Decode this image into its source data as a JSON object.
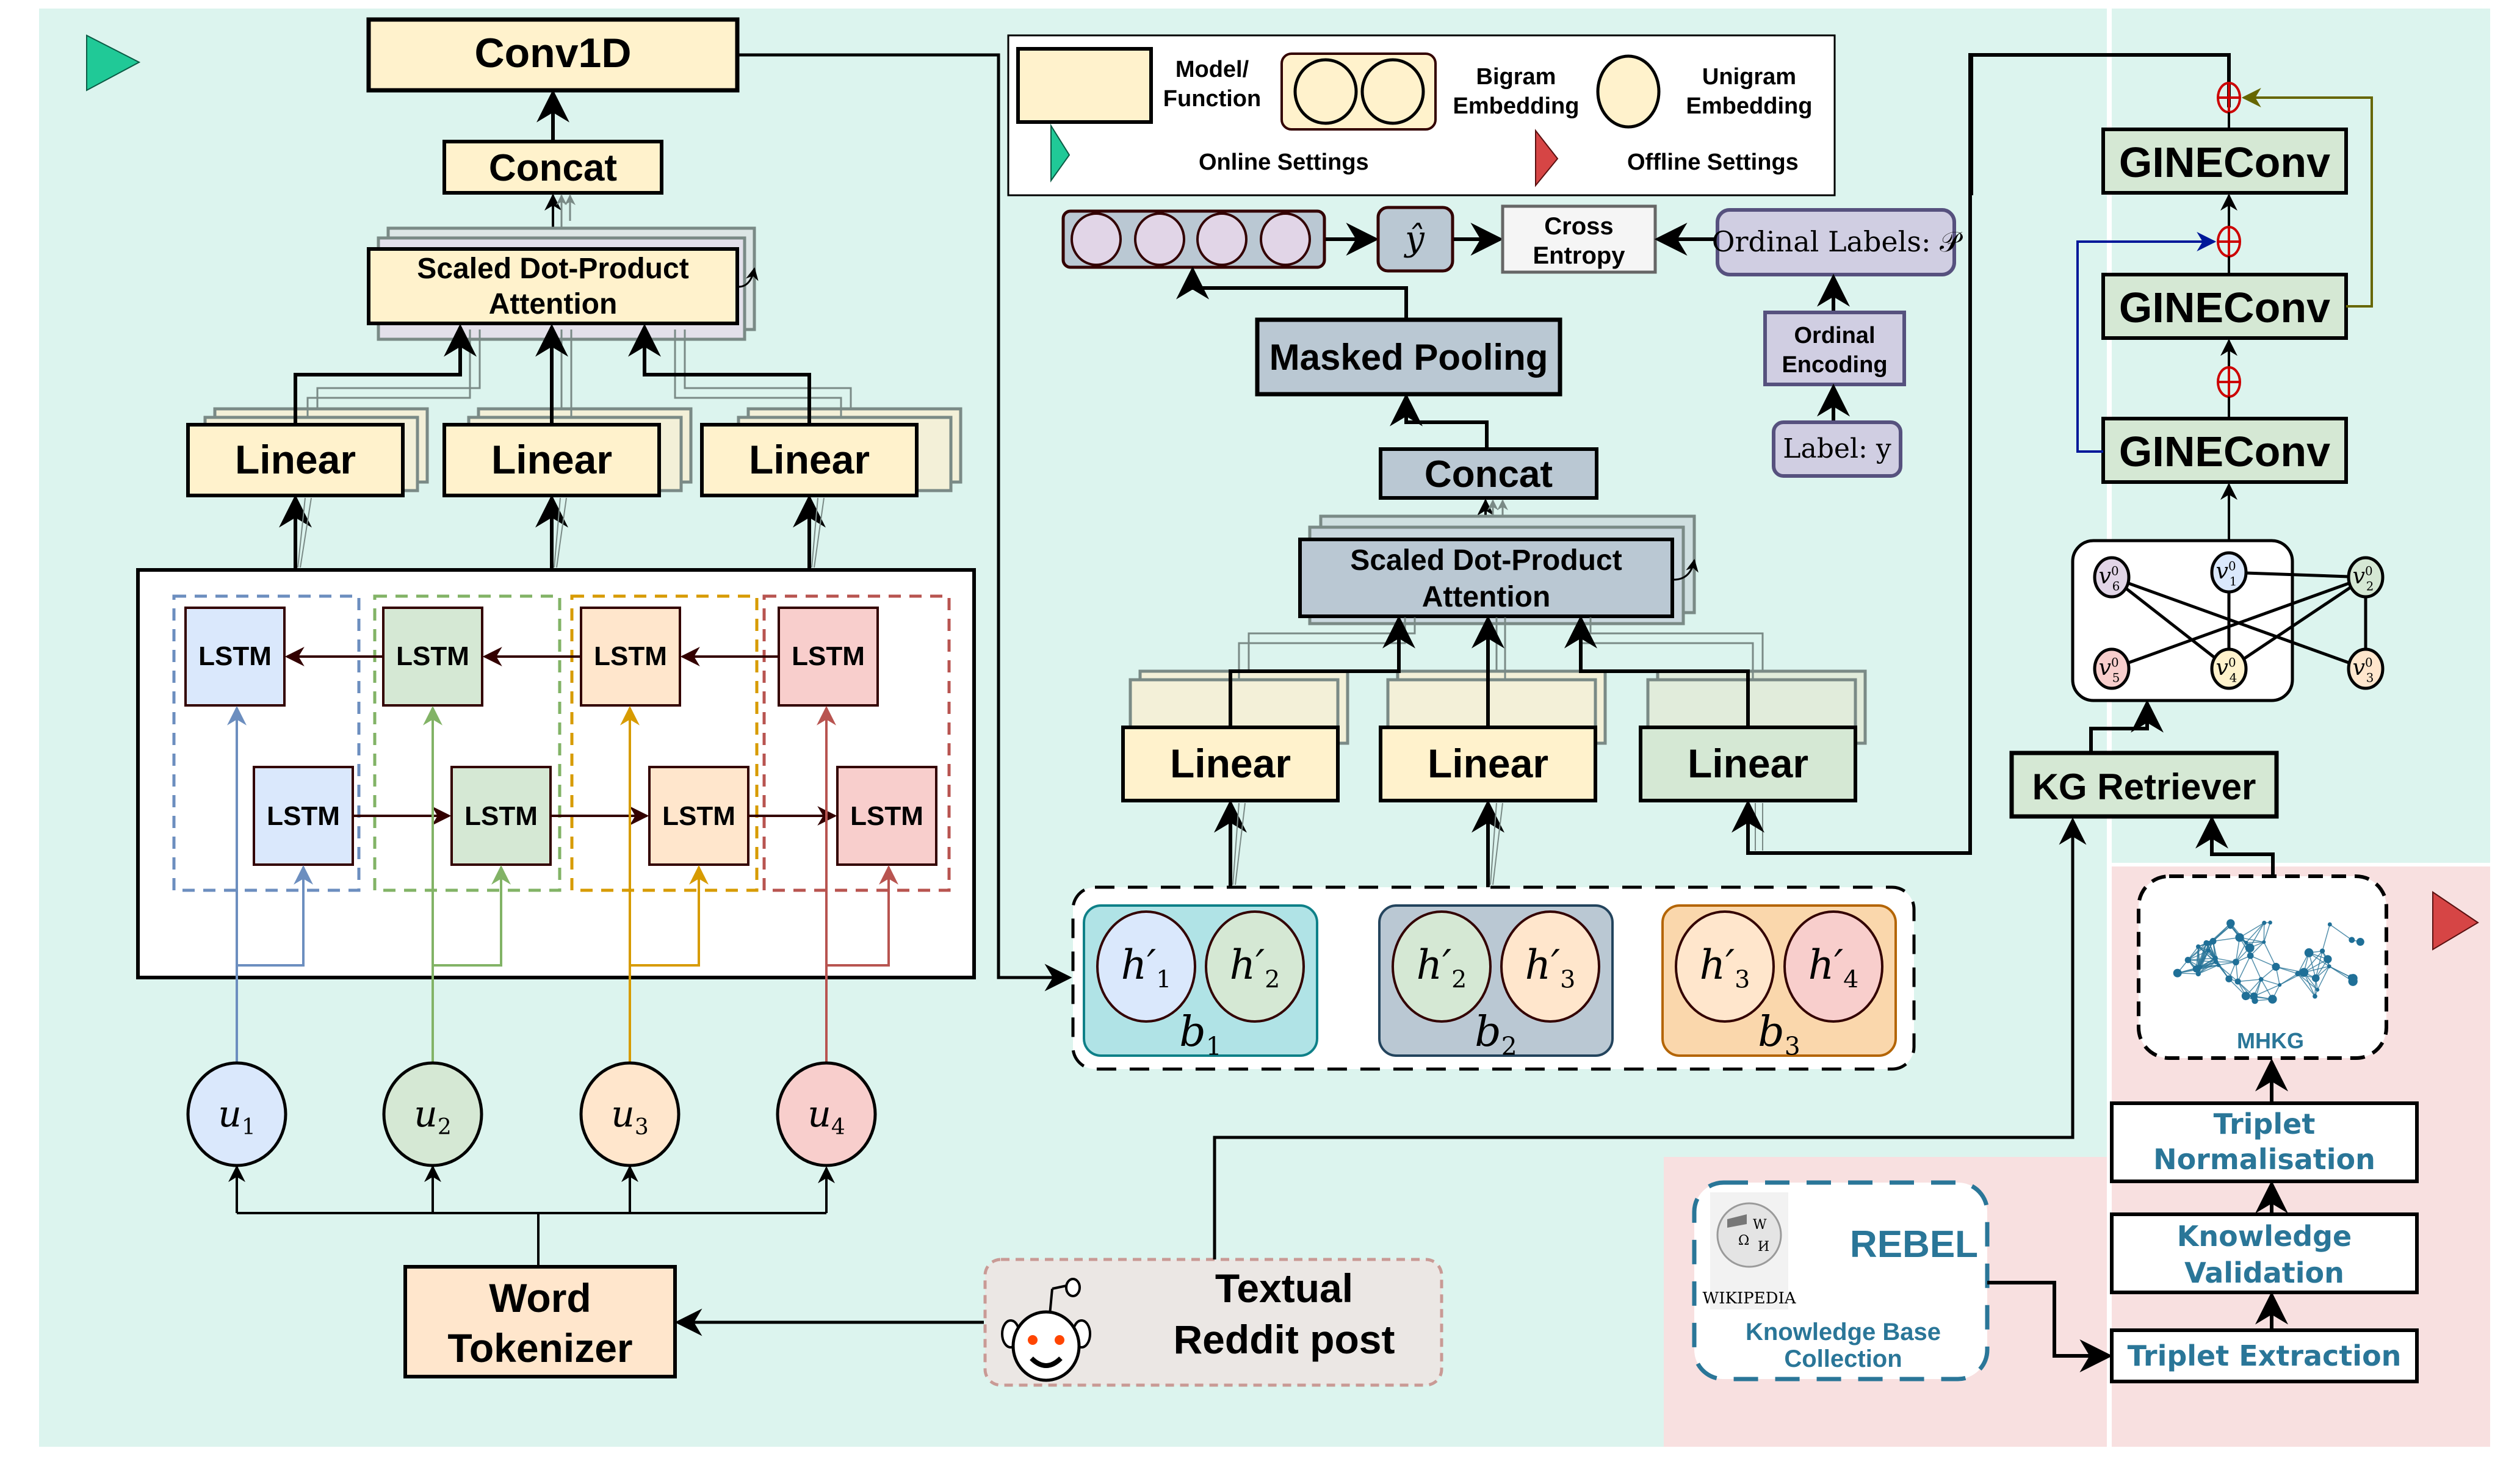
{
  "legend": {
    "model_function": "Model/\nFunction",
    "bigram": "Bigram\nEmbedding",
    "unigram": "Unigram\nEmbedding",
    "online": "Online Settings",
    "offline": "Offline Settings"
  },
  "colors": {
    "online_bg": "#dcf4ee",
    "offline_bg": "#f8e0e0",
    "online_marker": "#20c997",
    "offline_marker": "#d64545",
    "yellow_box": "#fff2cc",
    "green_box": "#d5e8d4",
    "grey_box": "#bac8d3",
    "purple_box": "#d0cee2",
    "peach_box": "#ffe6cc",
    "teal_text": "#2a7698"
  },
  "left": {
    "conv1d": "Conv1D",
    "concat": "Concat",
    "attention": [
      "Scaled Dot-Product",
      "Attention"
    ],
    "linear": [
      "Linear",
      "Linear",
      "Linear"
    ],
    "lstm_label": "LSTM",
    "units": [
      {
        "sym": "u",
        "sub": "1",
        "color": "#dae8fc",
        "line": "#6c8ebf"
      },
      {
        "sym": "u",
        "sub": "2",
        "color": "#d5e8d4",
        "line": "#82b366"
      },
      {
        "sym": "u",
        "sub": "3",
        "color": "#ffe6cc",
        "line": "#d79b00"
      },
      {
        "sym": "u",
        "sub": "4",
        "color": "#f8cecc",
        "line": "#b85450"
      }
    ],
    "tokenizer": [
      "Word",
      "Tokenizer"
    ]
  },
  "reddit": {
    "label": [
      "Textual",
      "Reddit post"
    ]
  },
  "middle": {
    "ordinal_labels": "Ordinal Labels: 𝒫",
    "ordinal_encoding": [
      "Ordinal",
      "Encoding"
    ],
    "label_y": "Label: y",
    "cross_entropy": [
      "Cross",
      "Entropy"
    ],
    "y_hat": "ŷ",
    "masked_pooling": "Masked Pooling",
    "concat": "Concat",
    "attention": [
      "Scaled Dot-Product",
      "Attention"
    ],
    "linear": [
      "Linear",
      "Linear",
      "Linear"
    ],
    "bigrams": [
      {
        "name": "b",
        "sub": "1",
        "h": [
          [
            "h′",
            "1"
          ],
          [
            "h′",
            "2"
          ]
        ],
        "fill": "#b0e3e6",
        "stroke": "#0e8088",
        "hfill": [
          "#dae8fc",
          "#d5e8d4"
        ]
      },
      {
        "name": "b",
        "sub": "2",
        "h": [
          [
            "h′",
            "2"
          ],
          [
            "h′",
            "3"
          ]
        ],
        "fill": "#bac8d3",
        "stroke": "#23445d",
        "hfill": [
          "#d5e8d4",
          "#ffe6cc"
        ]
      },
      {
        "name": "b",
        "sub": "3",
        "h": [
          [
            "h′",
            "3"
          ],
          [
            "h′",
            "4"
          ]
        ],
        "fill": "#fad7ac",
        "stroke": "#b46504",
        "hfill": [
          "#ffe6cc",
          "#f8cecc"
        ]
      }
    ]
  },
  "right": {
    "gineconv": [
      "GINEConv",
      "GINEConv",
      "GINEConv"
    ],
    "kg_retriever": "KG Retriever",
    "graph_nodes": [
      {
        "id": "v6",
        "label": "v",
        "sub": "6",
        "sup": "0",
        "fill": "#e1d5e7"
      },
      {
        "id": "v1",
        "label": "v",
        "sub": "1",
        "sup": "0",
        "fill": "#dae8fc"
      },
      {
        "id": "v2",
        "label": "v",
        "sub": "2",
        "sup": "0",
        "fill": "#d5e8d4"
      },
      {
        "id": "v5",
        "label": "v",
        "sub": "5",
        "sup": "0",
        "fill": "#f8cecc"
      },
      {
        "id": "v4",
        "label": "v",
        "sub": "4",
        "sup": "0",
        "fill": "#fff2cc"
      },
      {
        "id": "v3",
        "label": "v",
        "sub": "3",
        "sup": "0",
        "fill": "#ffe6cc"
      }
    ],
    "graph_edges": [
      [
        "v1",
        "v2"
      ],
      [
        "v1",
        "v4"
      ],
      [
        "v6",
        "v4"
      ],
      [
        "v6",
        "v3"
      ],
      [
        "v2",
        "v5"
      ],
      [
        "v2",
        "v4"
      ],
      [
        "v2",
        "v3"
      ]
    ],
    "mhkg": "MHKG",
    "triplet_normalisation": [
      "Triplet",
      "Normalisation"
    ],
    "knowledge_validation": [
      "Knowledge",
      "Validation"
    ],
    "triplet_extraction": "Triplet Extraction",
    "rebel": "REBEL",
    "wikipedia": "WIKIPEDIA",
    "kb_collection": [
      "Knowledge Base",
      "Collection"
    ]
  }
}
